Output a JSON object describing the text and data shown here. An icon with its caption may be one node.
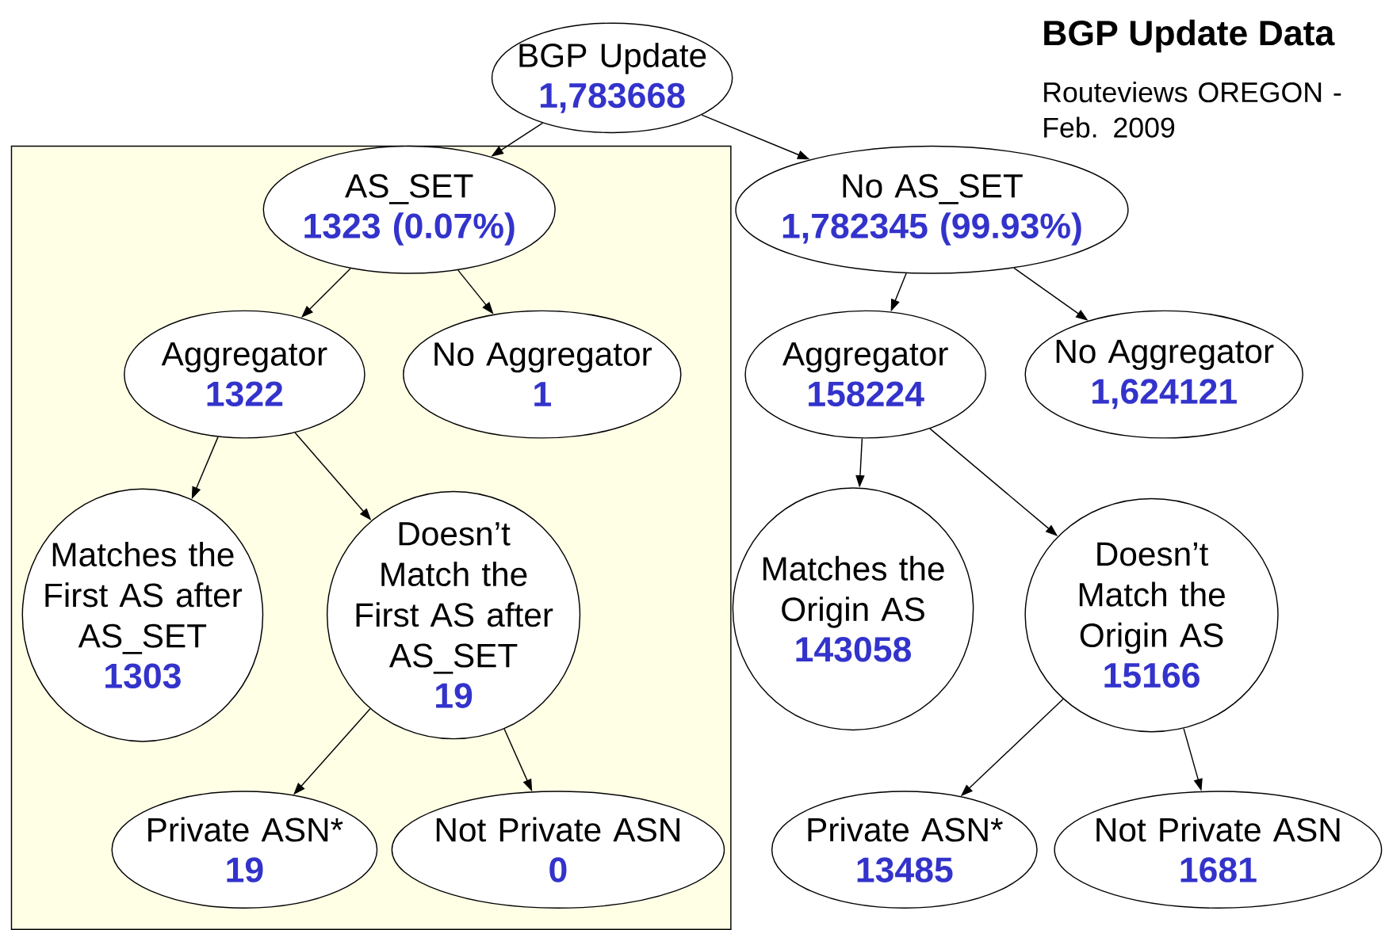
{
  "diagram": {
    "title": "BGP Update Data",
    "nodes": [
      {
        "text": [
          "BGP Update",
          "1,783668"
        ]
      },
      {
        "text": [],
        "shape": "box"
      },
      {
        "text": [
          "AS_SET",
          "1323 (0.07%)"
        ],
        "in": 1
      },
      {
        "text": [
          "No AS_SET",
          "1,782345 (99.93%)"
        ]
      },
      {
        "text": [
          "Aggregator",
          "1322"
        ],
        "in": 1
      },
      {
        "text": [
          "No Aggregator",
          "1"
        ],
        "in": 1
      },
      {
        "text": [
          "Aggregator",
          "158224"
        ]
      },
      {
        "text": [
          "No Aggregator",
          "1,624121"
        ]
      },
      {
        "text": [
          "Matches the First AS after AS_SET",
          "1303"
        ],
        "in": 1
      },
      {
        "text": [
          "Doesn’t Match the First AS after AS_SET",
          "19"
        ],
        "in": 1
      },
      {
        "text": [
          "Matches the Origin AS",
          "143058"
        ]
      },
      {
        "text": [
          "Doesn’t Match the Origin AS",
          "15166"
        ]
      },
      {
        "text": [
          "Private ASN*",
          "19"
        ],
        "in": 1
      },
      {
        "text": [
          "Not Private ASN",
          "0"
        ],
        "in": 1
      },
      {
        "text": [
          "Private ASN*",
          "13485"
        ]
      },
      {
        "text": [
          "Not Private ASN",
          "1681"
        ]
      }
    ],
    "edges": [
      {
        "from": 0,
        "to": 2,
        "arrow": "to"
      },
      {
        "from": 0,
        "to": 3,
        "arrow": "to"
      },
      {
        "from": 2,
        "to": 4,
        "arrow": "to"
      },
      {
        "from": 2,
        "to": 5,
        "arrow": "to"
      },
      {
        "from": 3,
        "to": 6,
        "arrow": "to"
      },
      {
        "from": 3,
        "to": 7,
        "arrow": "to"
      },
      {
        "from": 4,
        "to": 8,
        "arrow": "to"
      },
      {
        "from": 4,
        "to": 9,
        "arrow": "to"
      },
      {
        "from": 6,
        "to": 10,
        "arrow": "to"
      },
      {
        "from": 6,
        "to": 11,
        "arrow": "to"
      },
      {
        "from": 9,
        "to": 12,
        "arrow": "to"
      },
      {
        "from": 9,
        "to": 13,
        "arrow": "to"
      },
      {
        "from": 11,
        "to": 14,
        "arrow": "to"
      },
      {
        "from": 11,
        "to": 15,
        "arrow": "to"
      }
    ],
    "labels": [
      "Routeviews OREGON - Feb. 2009"
    ]
  }
}
